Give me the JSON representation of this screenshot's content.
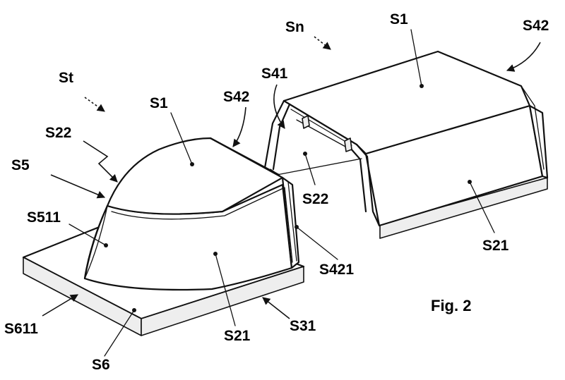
{
  "figure": {
    "caption": "Fig. 2",
    "labels": {
      "st": "St",
      "sn": "Sn",
      "s1_left": "S1",
      "s1_right": "S1",
      "s42_left": "S42",
      "s42_right": "S42",
      "s41": "S41",
      "s22_left": "S22",
      "s22_mid": "S22",
      "s5": "S5",
      "s511": "S511",
      "s421": "S421",
      "s21_right": "S21",
      "s21_left": "S21",
      "s31": "S31",
      "s611": "S611",
      "s6": "S6"
    }
  }
}
